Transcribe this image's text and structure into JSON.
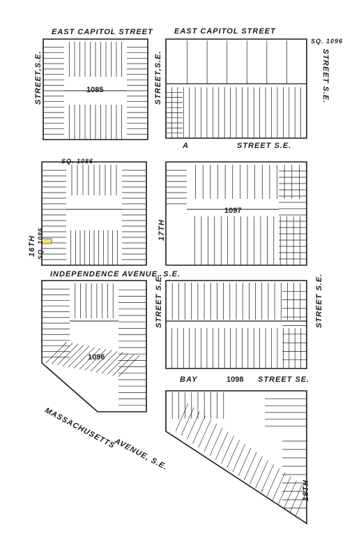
{
  "streets": {
    "east_capitol_left": "EAST  CAPITOL   STREET",
    "east_capitol_right": "EAST CAPITOL         STREET",
    "a_street_a": "A",
    "a_street": "STREET S.E.",
    "independence": "INDEPENDENCE  AVENUE, S.E.",
    "bay": "BAY",
    "bay_street": "STREET SE.",
    "massachusetts": "MASSACHUSETTS",
    "avenue_se": "AVENUE, S.E.",
    "street_se_left": "STREET,S.E.",
    "street_se_mid": "STREET,S.E.",
    "street_se_right_top": "STREET S.E.",
    "street_se_mid_lower": "STREET  S.E.",
    "street_se_right_lower": "STREET S.E.",
    "sixteenth": "16TH",
    "seventeenth": "17TH",
    "eighteenth": "18TH"
  },
  "squares": {
    "sq_1085": "1085",
    "sq_1086": "SQ. 1086",
    "sq_1086_left": "SQ. 1086",
    "sq_1096": "SQ. 1096",
    "sq_1097": "1097",
    "sq_1098": "1098",
    "sq_1096_label": "1096"
  },
  "colors": {
    "ink": "#1a1a1a",
    "paper": "#ffffff",
    "highlight": "#f2e85a"
  }
}
